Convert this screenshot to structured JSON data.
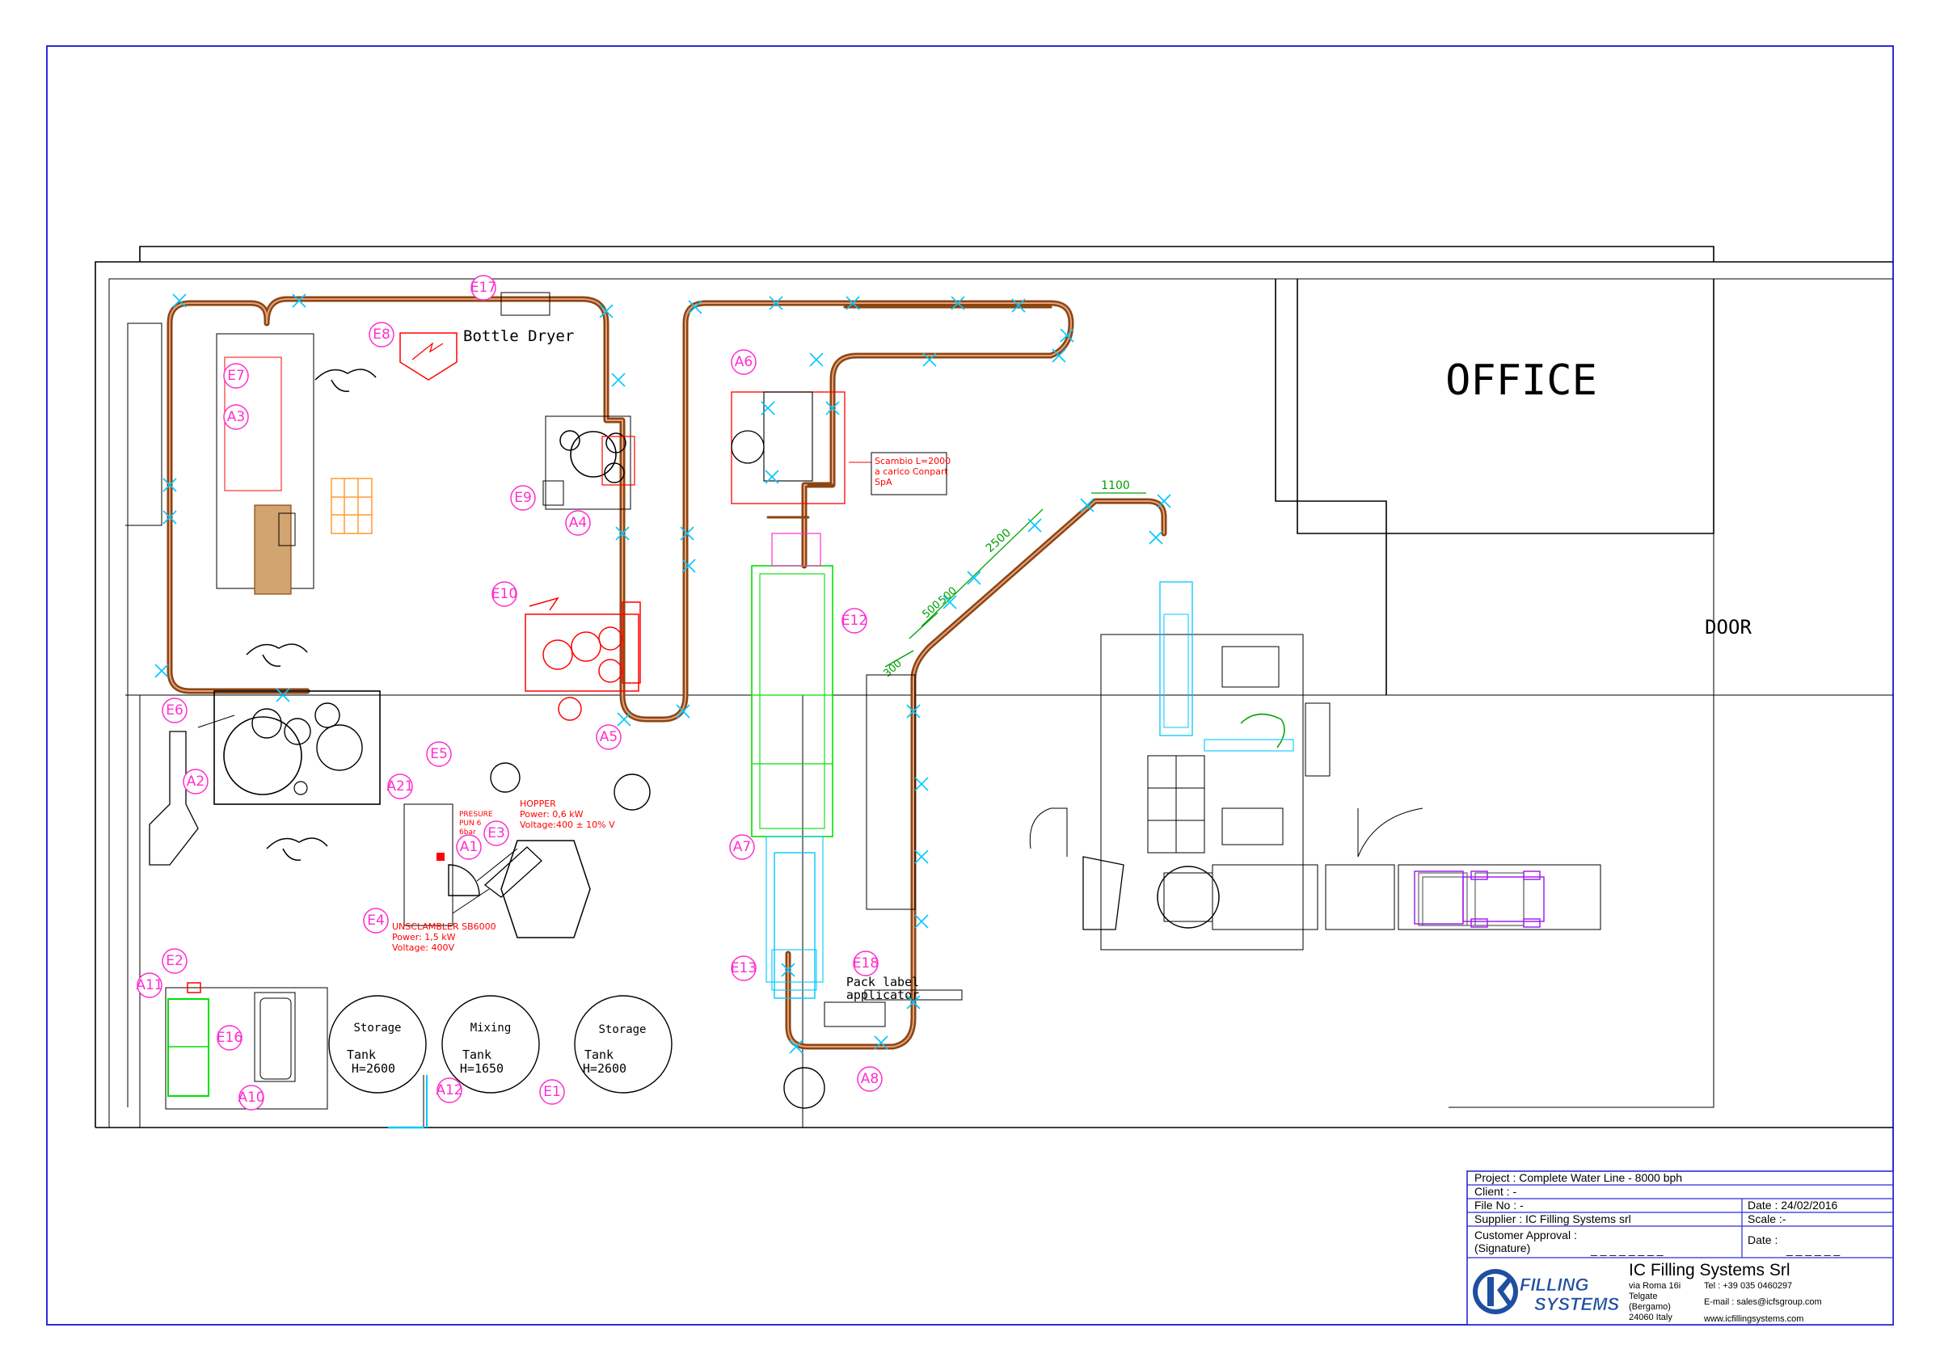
{
  "drawing": {
    "rooms": {
      "office": "OFFICE",
      "door": "DOOR"
    },
    "machines": {
      "bottle_dryer": "Bottle Dryer",
      "pack_label_applicator": [
        "Pack label",
        "applicator"
      ]
    },
    "tanks": [
      {
        "type": "Storage",
        "label": "Tank",
        "height": "H=2600"
      },
      {
        "type": "Mixing",
        "label": "Tank",
        "height": "H=1650"
      },
      {
        "type": "Storage",
        "label": "Tank",
        "height": "H=2600"
      }
    ],
    "notes": {
      "scambio": [
        "Scambio L=2000",
        "a carico Conpart",
        "SpA"
      ],
      "pressure": [
        "PRESURE",
        "PUN 6",
        "6bar"
      ],
      "hopper": [
        "HOPPER",
        "Power: 0,6 kW",
        "Voltage:400 ± 10% V"
      ],
      "unscrambler": [
        "UNSCLAMBLER SB6000",
        "Power: 1,5 kW",
        "Voltage: 400V"
      ]
    },
    "dimensions": {
      "d1100": "1100",
      "d2500": "2500",
      "d500a": "500",
      "d500b": "500",
      "d300": "300"
    },
    "markers": [
      "E17",
      "E8",
      "E7",
      "A3",
      "E9",
      "A4",
      "E10",
      "A5",
      "A6",
      "E12",
      "E6",
      "E5",
      "A2",
      "A21",
      "A1",
      "E3",
      "E4",
      "A7",
      "E13",
      "E18",
      "A8",
      "E2",
      "A11",
      "E16",
      "A10",
      "A12",
      "E1"
    ]
  },
  "title_block": {
    "project": "Project :   Complete Water Line - 8000 bph",
    "client": "Client :   -",
    "file_no": "File No :   -",
    "date": "Date : 24/02/2016",
    "supplier": "Supplier : IC Filling Systems srl",
    "scale": "Scale :-",
    "approval": [
      "Customer Approval :",
      "(Signature)"
    ],
    "approval_dashes": "_ _ _ _ _ _ _ _",
    "date2": "Date :",
    "date2_dashes": "_ _ _ _ _ _",
    "company_name": "IC Filling Systems Srl",
    "logo_text": [
      "FILLING",
      "SYSTEMS"
    ],
    "address": [
      "via Roma 16i",
      "Telgate",
      "(Bergamo)",
      "24060 Italy"
    ],
    "tel": "Tel : +39 035 0460297",
    "email": "E-mail : sales@icfsgroup.com",
    "website": "www.icfillingsystems.com"
  },
  "colors": {
    "frame": "#2b2bd9",
    "marker": "#ff2ecf",
    "notes": "#ff0000",
    "conveyor": "#8b4513",
    "dimension": "#00a000",
    "labeller": "#00e000",
    "cyan_parts": "#00c8ff",
    "palletizer": "#a020f0"
  }
}
